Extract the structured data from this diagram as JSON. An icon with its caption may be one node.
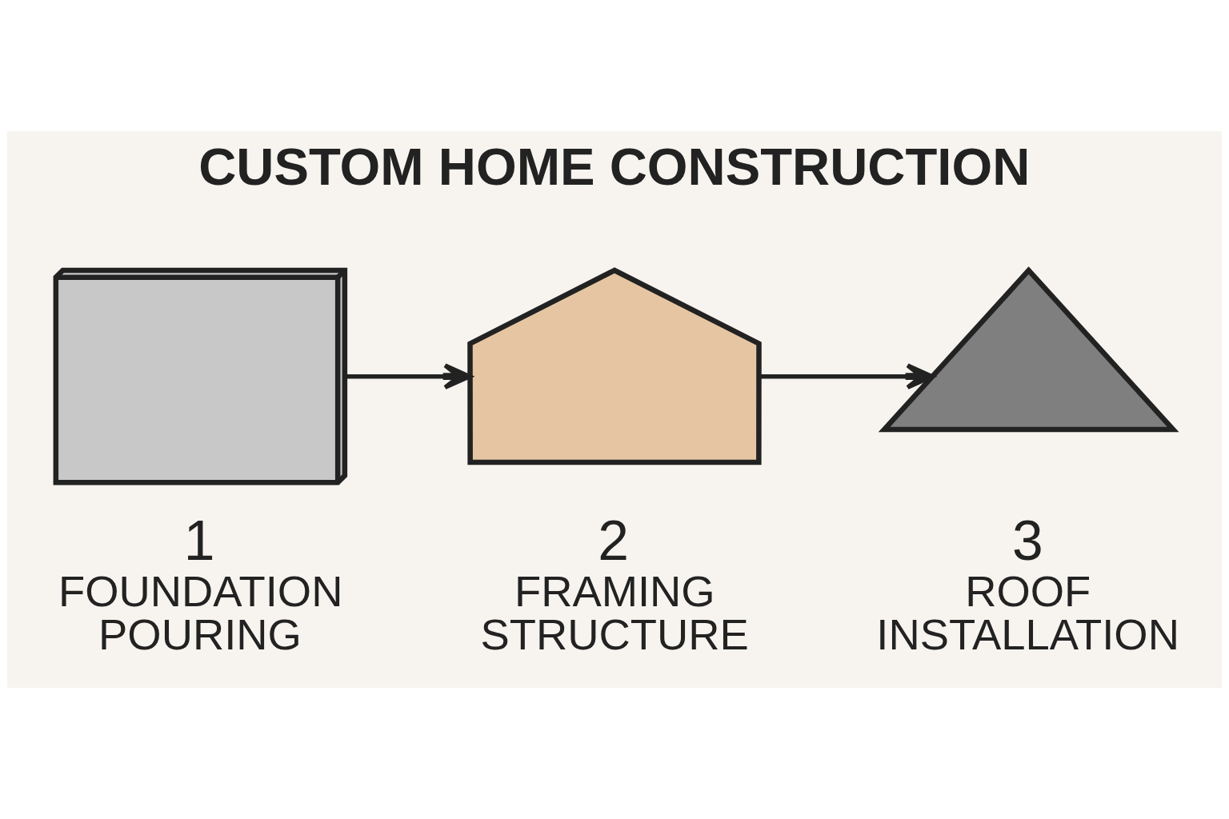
{
  "diagram": {
    "title": "CUSTOM HOME CONSTRUCTION",
    "nodes": [
      {
        "text": [],
        "shape": "picture",
        "beside": [
          "1",
          "FOUNDATION POURING"
        ]
      },
      {
        "text": [],
        "shape": "picture",
        "beside": [
          "2",
          "FRAMING STRUCTURE"
        ]
      },
      {
        "text": [],
        "shape": "picture",
        "beside": [
          "3",
          "ROOF INSTALLATION"
        ]
      }
    ],
    "edges": [
      {
        "from": 0,
        "to": 1,
        "arrow": "to"
      },
      {
        "from": 1,
        "to": 2,
        "arrow": "to"
      }
    ]
  }
}
